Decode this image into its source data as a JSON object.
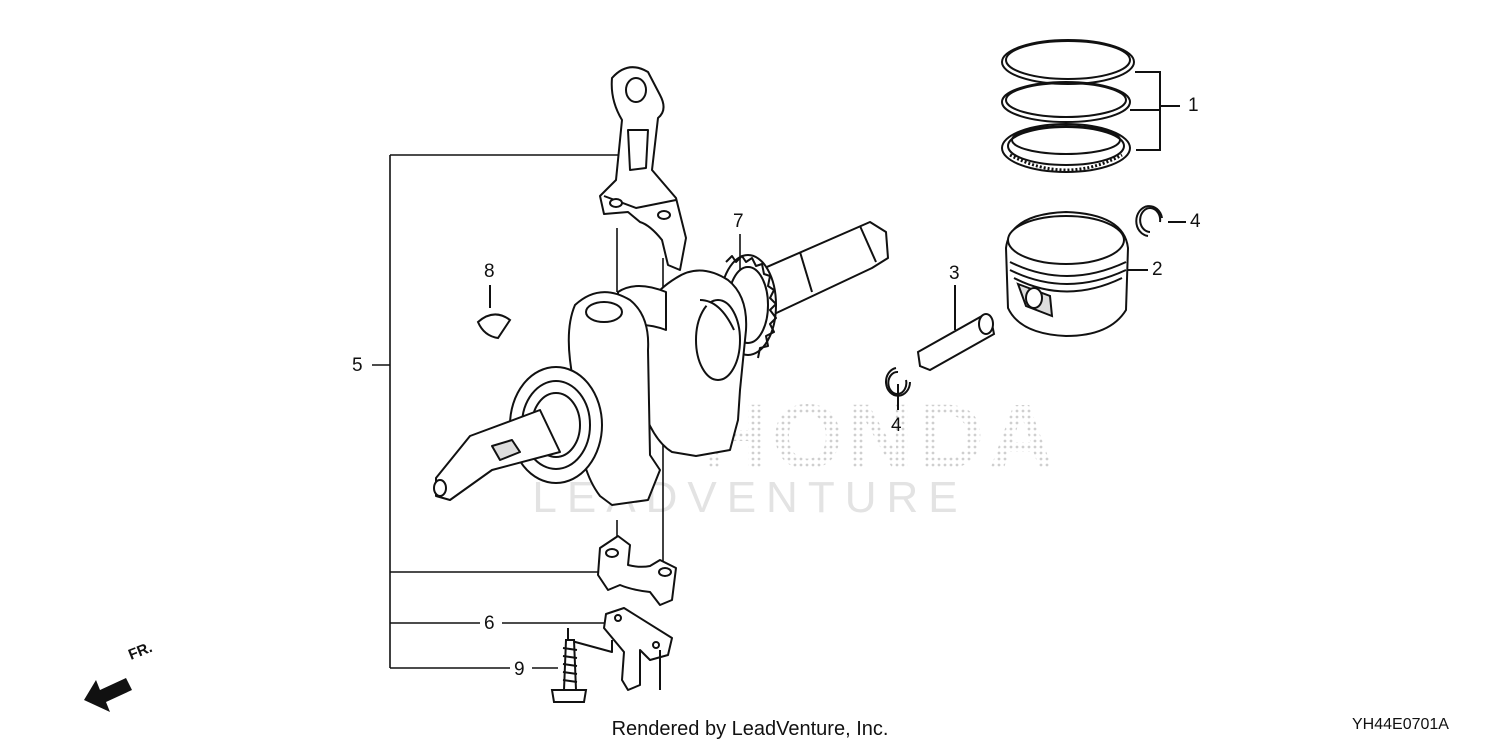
{
  "diagram": {
    "callouts": [
      {
        "id": "callout-1",
        "text": "1"
      },
      {
        "id": "callout-2",
        "text": "2"
      },
      {
        "id": "callout-3",
        "text": "3"
      },
      {
        "id": "callout-4a",
        "text": "4"
      },
      {
        "id": "callout-4b",
        "text": "4"
      },
      {
        "id": "callout-5",
        "text": "5"
      },
      {
        "id": "callout-6",
        "text": "6"
      },
      {
        "id": "callout-7",
        "text": "7"
      },
      {
        "id": "callout-8",
        "text": "8"
      },
      {
        "id": "callout-9",
        "text": "9"
      }
    ],
    "direction_label": "FR.",
    "figure_code": "YH44E0701A"
  },
  "watermark": {
    "brand": "HONDA",
    "subtitle": "LEADVENTURE"
  },
  "footer": {
    "text": "Rendered by LeadVenture, Inc."
  },
  "icons": {
    "front_arrow": "front-direction-arrow-icon"
  }
}
